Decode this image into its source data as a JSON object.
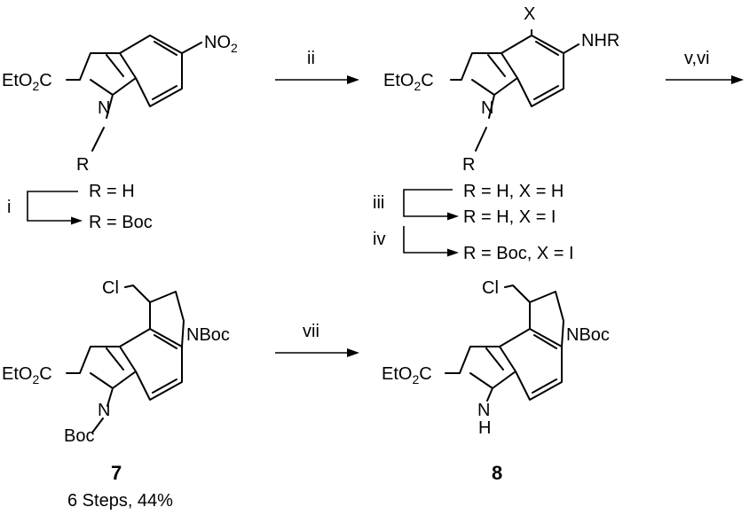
{
  "structures": {
    "nitroindole": {
      "ester": "EtO",
      "ester_sub": "2",
      "ester_tail": "C",
      "nitro": "NO",
      "nitro_sub": "2",
      "n": "N",
      "r": "R"
    },
    "aminoindole": {
      "ester": "EtO",
      "ester_sub": "2",
      "ester_tail": "C",
      "x": "X",
      "nhr": "NHR",
      "n": "N",
      "r": "R"
    },
    "compound7": {
      "cl": "Cl",
      "nboc": "NBoc",
      "ester": "EtO",
      "ester_sub": "2",
      "ester_tail": "C",
      "n": "N",
      "boc": "Boc"
    },
    "compound8": {
      "cl": "Cl",
      "nboc": "NBoc",
      "ester": "EtO",
      "ester_sub": "2",
      "ester_tail": "C",
      "nh": "N",
      "h": "H"
    }
  },
  "arrows": {
    "ii": "ii",
    "v_vi": "v,vi",
    "vii": "vii"
  },
  "substituents": {
    "step_i": "i",
    "r_h": "R = H",
    "r_boc": "R = Boc",
    "step_iii": "iii",
    "step_iv": "iv",
    "rx_hh": "R = H, X = H",
    "rx_hi": "R = H, X = I",
    "rx_boci": "R = Boc, X = I"
  },
  "labels": {
    "compound7": "7",
    "compound7_yield": "6 Steps, 44%",
    "compound8": "8"
  }
}
